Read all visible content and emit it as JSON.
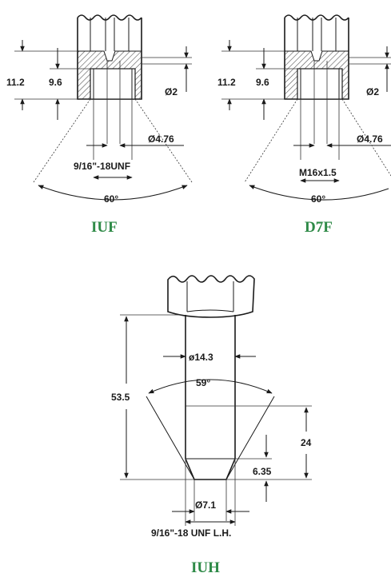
{
  "colors": {
    "caption": "#2e8a47",
    "line": "#1a1a1a",
    "hatch": "#555555"
  },
  "figures": {
    "iuf": {
      "caption": "IUF",
      "dim_outer_height": "11.2",
      "dim_inner_height": "9.6",
      "dim_bore": "Ø2",
      "dim_diameter": "Ø4.76",
      "dim_thread": "9/16\"-18UNF",
      "dim_angle": "60°"
    },
    "d7f": {
      "caption": "D7F",
      "dim_outer_height": "11.2",
      "dim_inner_height": "9.6",
      "dim_bore": "Ø2",
      "dim_diameter": "Ø4.76",
      "dim_thread": "M16x1.5",
      "dim_angle": "60°"
    },
    "iuh": {
      "caption": "IUH",
      "dim_shank_diameter": "ø14.3",
      "dim_angle": "59°",
      "dim_length": "53.5",
      "dim_cone_height": "24",
      "dim_tip_height": "6.35",
      "dim_tip_diameter": "Ø7.1",
      "dim_thread": "9/16\"-18 UNF L.H."
    }
  }
}
